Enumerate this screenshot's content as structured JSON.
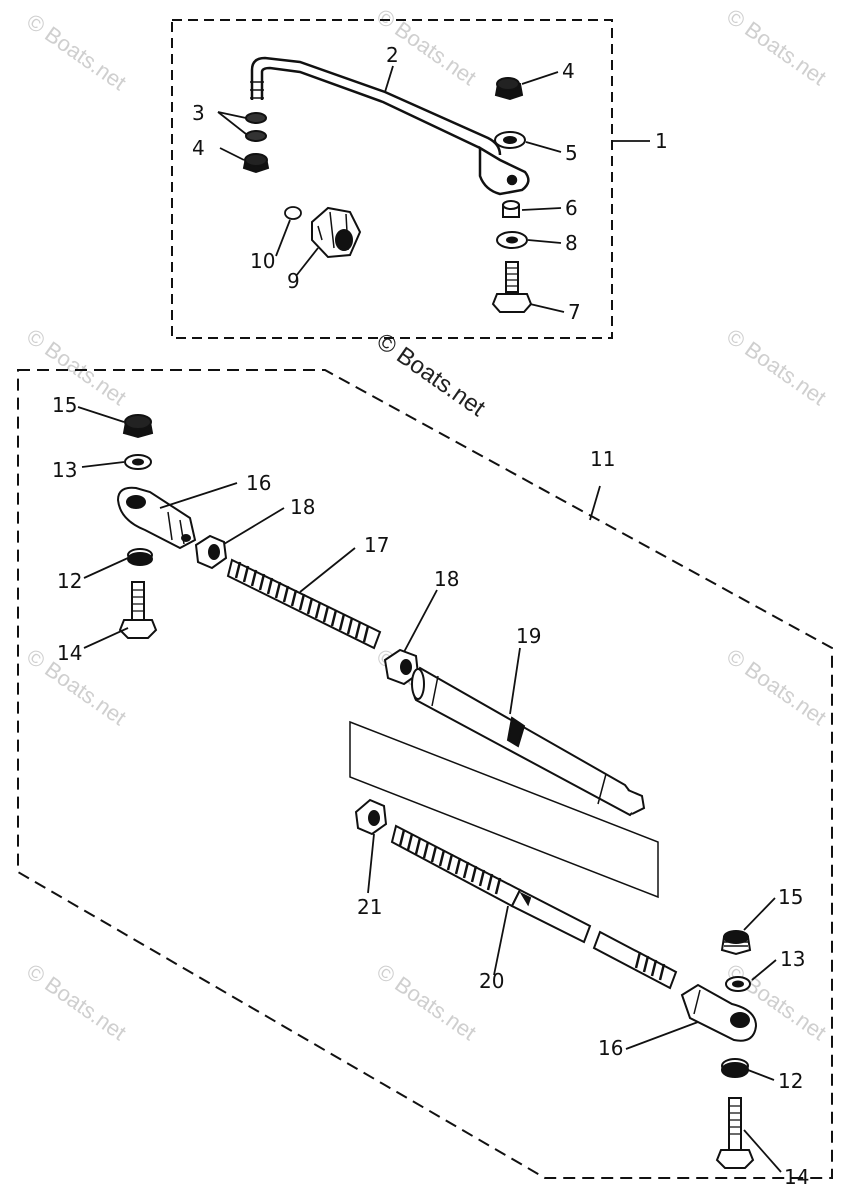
{
  "diagram": {
    "watermark_text": "© Boats.net",
    "center_watermark": "© Boats.net",
    "callouts": {
      "c1": "1",
      "c2": "2",
      "c3": "3",
      "c4a": "4",
      "c4b": "4",
      "c5": "5",
      "c6": "6",
      "c7": "7",
      "c8": "8",
      "c9": "9",
      "c10": "10",
      "c11": "11",
      "c12a": "12",
      "c12b": "12",
      "c13a": "13",
      "c13b": "13",
      "c14a": "14",
      "c14b": "14",
      "c15a": "15",
      "c15b": "15",
      "c16a": "16",
      "c16b": "16",
      "c17": "17",
      "c18a": "18",
      "c18b": "18",
      "c19": "19",
      "c20": "20",
      "c21": "21"
    },
    "colors": {
      "line": "#111111",
      "watermark": "#cfcfcf",
      "background": "#ffffff"
    }
  }
}
